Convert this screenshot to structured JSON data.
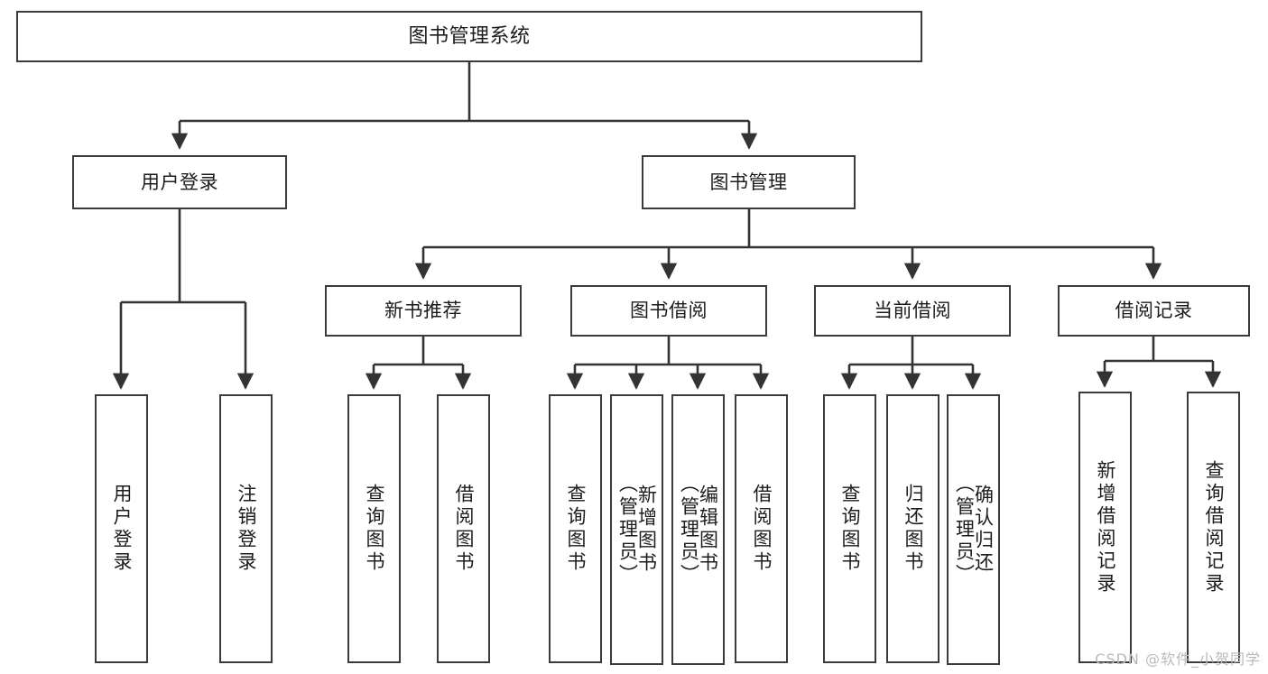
{
  "diagram": {
    "type": "tree",
    "title": "图书管理系统",
    "watermark": "CSDN @软件_小贺同学",
    "colors": {
      "node_border": "#3b3b3b",
      "node_fill": "#ffffff",
      "link": "#333333",
      "text": "#1c1c1c",
      "watermark": "#b9b9b9"
    },
    "nodes": {
      "root": {
        "label": "图书管理系统"
      },
      "level2": [
        {
          "id": "user_login",
          "label": "用户登录"
        },
        {
          "id": "book_manage",
          "label": "图书管理"
        }
      ],
      "level3": [
        {
          "id": "new_book_rec",
          "label": "新书推荐"
        },
        {
          "id": "book_borrow",
          "label": "图书借阅"
        },
        {
          "id": "current_borrow",
          "label": "当前借阅"
        },
        {
          "id": "borrow_record",
          "label": "借阅记录"
        }
      ],
      "leaves": [
        {
          "id": "leaf_user_login",
          "parent": "user_login",
          "label": "用户登录"
        },
        {
          "id": "leaf_logout",
          "parent": "user_login",
          "label": "注销登录"
        },
        {
          "id": "leaf_query_book_1",
          "parent": "new_book_rec",
          "label": "查询图书"
        },
        {
          "id": "leaf_borrow_book_1",
          "parent": "new_book_rec",
          "label": "借阅图书"
        },
        {
          "id": "leaf_query_book_2",
          "parent": "book_borrow",
          "label": "查询图书"
        },
        {
          "id": "leaf_add_book",
          "parent": "book_borrow",
          "label": "新增图书\n（管理员）"
        },
        {
          "id": "leaf_edit_book",
          "parent": "book_borrow",
          "label": "编辑图书\n（管理员）"
        },
        {
          "id": "leaf_borrow_book_2",
          "parent": "book_borrow",
          "label": "借阅图书"
        },
        {
          "id": "leaf_query_book_3",
          "parent": "current_borrow",
          "label": "查询图书"
        },
        {
          "id": "leaf_return_book",
          "parent": "current_borrow",
          "label": "归还图书"
        },
        {
          "id": "leaf_confirm_return",
          "parent": "current_borrow",
          "label": "确认归还\n（管理员）"
        },
        {
          "id": "leaf_add_record",
          "parent": "borrow_record",
          "label": "新增借阅记录"
        },
        {
          "id": "leaf_query_record",
          "parent": "borrow_record",
          "label": "查询借阅记录"
        }
      ]
    }
  }
}
